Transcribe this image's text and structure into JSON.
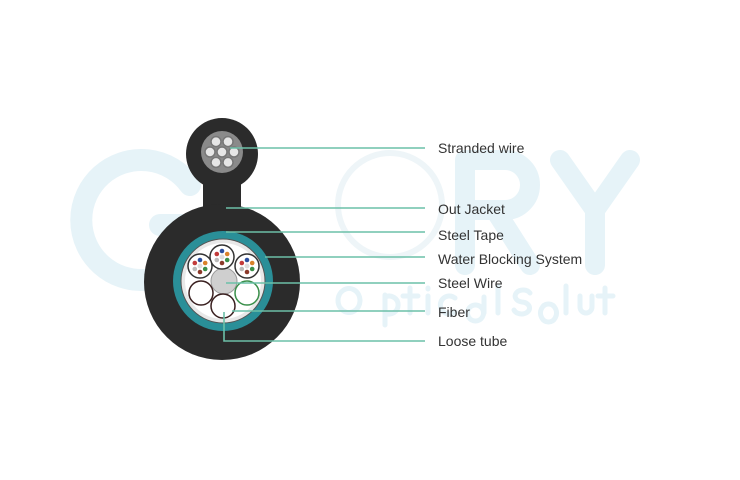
{
  "watermark": {
    "brand": "GLORY",
    "tagline": "Optical Solution"
  },
  "colors": {
    "jacket": "#2b2b2b",
    "steel_tape": "#2a8f98",
    "leader_line": "#6cc0a8",
    "label_text": "#333333"
  },
  "labels": [
    {
      "id": "stranded-wire",
      "text": "Stranded wire"
    },
    {
      "id": "out-jacket",
      "text": "Out Jacket"
    },
    {
      "id": "steel-tape",
      "text": "Steel Tape"
    },
    {
      "id": "water-blocking-system",
      "text": "Water Blocking System"
    },
    {
      "id": "steel-wire",
      "text": "Steel Wire"
    },
    {
      "id": "fiber",
      "text": "Fiber"
    },
    {
      "id": "loose-tube",
      "text": "Loose tube"
    }
  ]
}
